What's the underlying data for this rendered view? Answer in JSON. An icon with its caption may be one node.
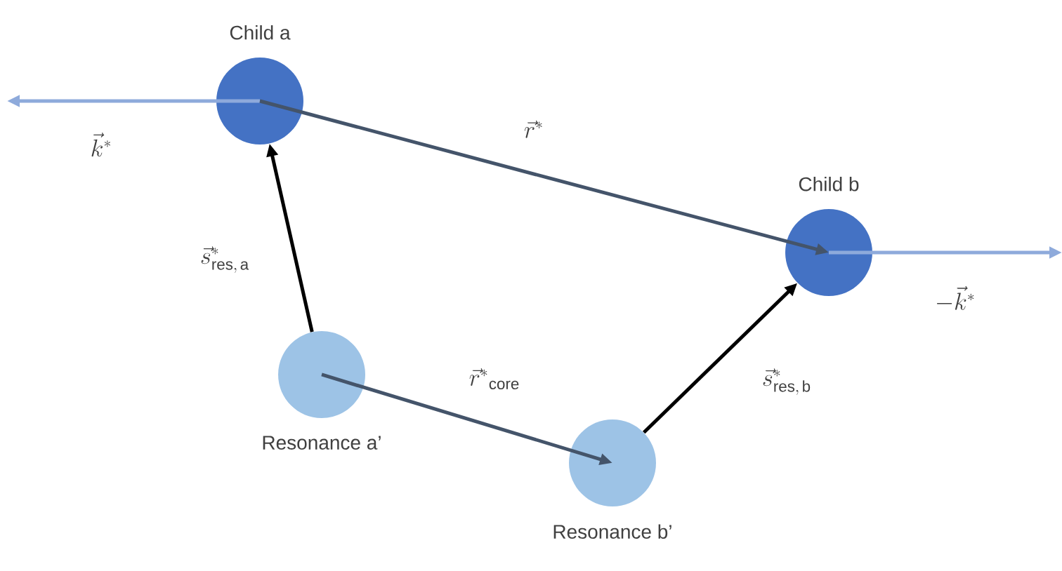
{
  "diagram": {
    "nodes": [
      {
        "text": [
          "Child a"
        ]
      },
      {
        "text": [
          "Child b"
        ]
      },
      {
        "text": [
          "Resonance a’"
        ]
      },
      {
        "text": [
          "Resonance b’"
        ]
      }
    ],
    "edges": [
      {
        "from": 0,
        "to": null,
        "arrow": "to",
        "label": "\\vec{k}^{*}",
        "color": "#8eaadb"
      },
      {
        "from": 0,
        "to": 1,
        "arrow": "to",
        "label": "\\vec{r}^{*}",
        "color": "#44546a"
      },
      {
        "from": 1,
        "to": null,
        "arrow": "to",
        "label": "-\\vec{k}^{*}",
        "color": "#8eaadb"
      },
      {
        "from": 2,
        "to": 0,
        "arrow": "to",
        "label": "\\vec{s}^{*}_{\\mathrm{res,\\,a}}",
        "color": "#000000"
      },
      {
        "from": 2,
        "to": 3,
        "arrow": "to",
        "label": "\\vec{r}^{*}{}_{\\mathrm{core}}",
        "color": "#44546a"
      },
      {
        "from": 3,
        "to": 1,
        "arrow": "to",
        "label": "\\vec{s}^{*}_{\\mathrm{res,\\,b}}",
        "color": "#000000"
      }
    ]
  }
}
